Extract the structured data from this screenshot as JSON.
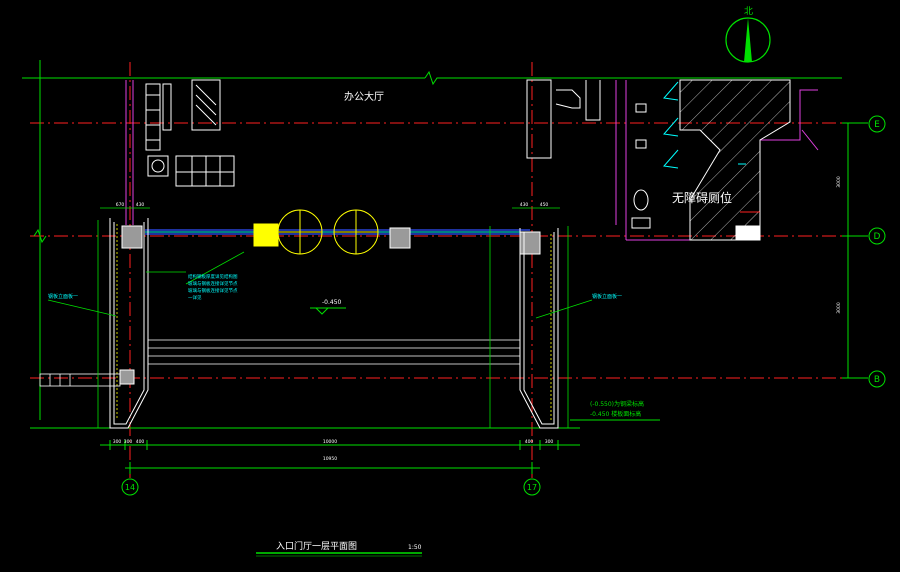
{
  "drawing": {
    "title": "入口门厅一层平面图",
    "scale": "1:50",
    "north_label": "北"
  },
  "rooms": {
    "office_hall": "办公大厅",
    "accessible_toilet": "无障碍厕位"
  },
  "elevations": {
    "floor_level": "-0.450",
    "note_line1": "(-0.550)为钢梁标高",
    "note_line2": "-0.450  楼板面标高"
  },
  "axes": {
    "e": "E",
    "d": "D",
    "b": "B",
    "left_bottom": "14",
    "right_bottom": "17"
  },
  "dimensions": {
    "right_upper": "3000",
    "right_lower": "3000",
    "bottom_inner": "10000",
    "bottom_outer": "10950",
    "left_bottom_a": "300",
    "left_bottom_b": "300",
    "left_bottom_c": "400",
    "right_bottom_a": "400",
    "right_bottom_b": "300",
    "top_left_a": "670",
    "top_left_b": "430",
    "top_right_a": "430",
    "top_right_b": "450"
  },
  "annotations": {
    "left_leader": "钢板立面板一",
    "center_leader_1": "结构钢板厚度详见结构图",
    "center_leader_2": "玻璃与钢板连接详见节点",
    "center_leader_3": "玻璃与钢板连接详见节点",
    "center_leader_4": "一详见",
    "right_leader": "钢板立面板一"
  },
  "colors": {
    "background": "#000000",
    "grid_line": "#ff2020",
    "dimension": "#00e000",
    "wall": "#ffffff",
    "glass": "#00ffff",
    "beam": "#3050ff",
    "magenta": "#e040e0",
    "yellow": "#ffff00"
  }
}
